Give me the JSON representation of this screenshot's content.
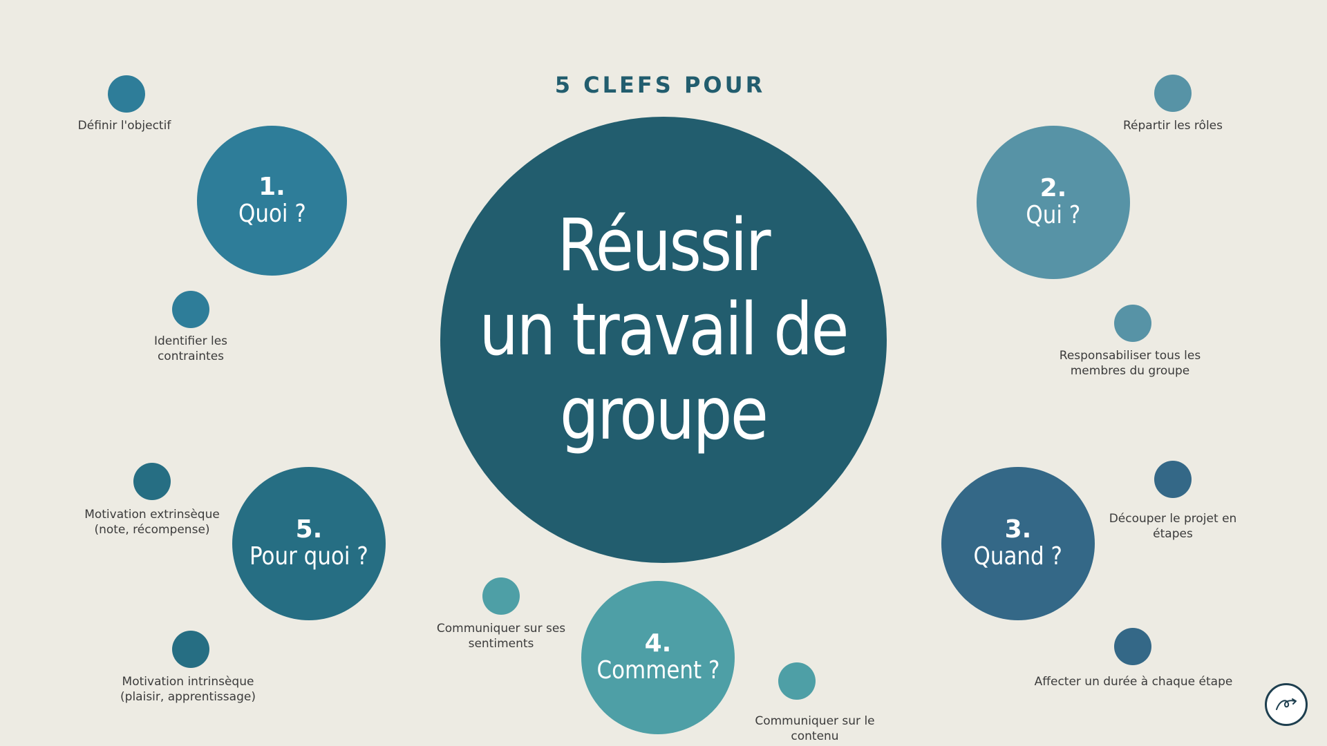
{
  "heading": "5 CLEFS POUR",
  "main": {
    "line1": "Réussir",
    "line2": "un travail de",
    "line3": "groupe"
  },
  "keys": [
    {
      "number": "1.",
      "question": "Quoi ?",
      "color": "#2E7D99",
      "items": [
        "Définir l'objectif",
        "Identifier les contraintes"
      ]
    },
    {
      "number": "2.",
      "question": "Qui ?",
      "color": "#5793A6",
      "items": [
        "Répartir les rôles",
        "Responsabiliser tous les membres du groupe"
      ]
    },
    {
      "number": "3.",
      "question": "Quand ?",
      "color": "#346887",
      "items": [
        "Découper le projet en étapes",
        "Affecter un durée à chaque étape"
      ]
    },
    {
      "number": "4.",
      "question": "Comment ?",
      "color": "#4E9FA6",
      "items": [
        "Communiquer sur ses sentiments",
        "Communiquer sur le contenu"
      ]
    },
    {
      "number": "5.",
      "question": "Pour quoi ?",
      "color": "#266E83",
      "items": [
        "Motivation extrinsèque (note, récompense)",
        "Motivation intrinsèque (plaisir, apprentissage)"
      ]
    }
  ],
  "colors": {
    "background": "#EDEBE3",
    "main_circle": "#225D6E",
    "heading": "#225D6E",
    "label_text": "#3B3B3B"
  },
  "nav": {
    "icon": "curved-arrow-icon"
  }
}
